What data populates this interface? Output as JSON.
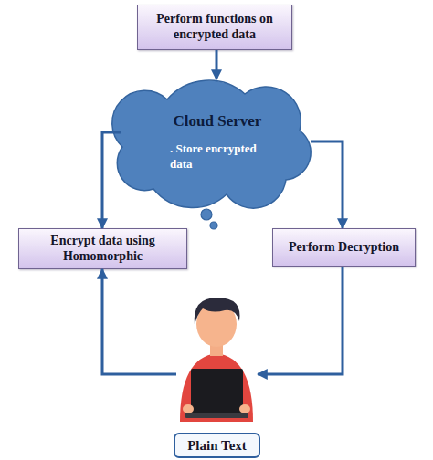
{
  "diagram": {
    "nodes": [
      {
        "text": [
          "Perform functions on encrypted data"
        ]
      },
      {
        "text": [
          "Cloud Server",
          ". Store encrypted data"
        ]
      },
      {
        "text": [
          "Encrypt data using Homomorphic"
        ]
      },
      {
        "text": [
          "Perform Decryption"
        ]
      },
      {
        "text": [
          "Plain Text"
        ]
      }
    ],
    "edges": [
      {
        "from": 0,
        "to": 1,
        "arrow": "to"
      },
      {
        "from": 1,
        "to": 2,
        "arrow": "to"
      },
      {
        "from": 1,
        "to": 3,
        "arrow": "to"
      },
      {
        "from": 4,
        "to": 2,
        "arrow": "to"
      },
      {
        "from": 3,
        "to": 4,
        "arrow": "to"
      }
    ]
  }
}
